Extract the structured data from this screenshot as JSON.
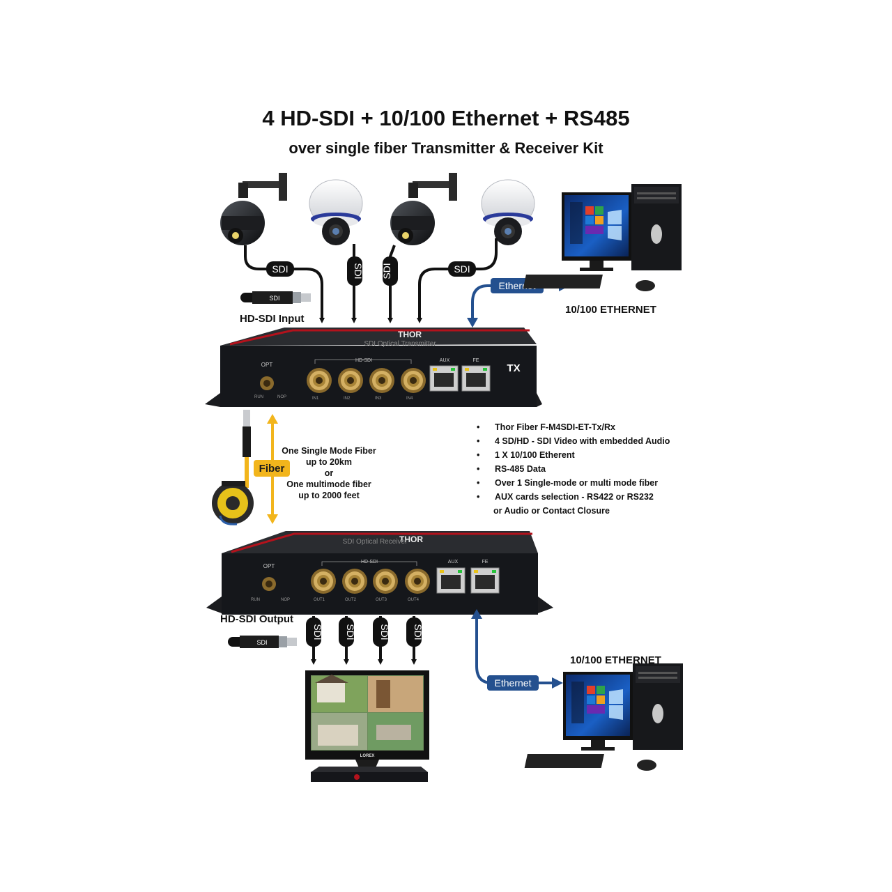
{
  "title": "4 HD-SDI + 10/100 Ethernet + RS485",
  "subtitle": "over single fiber Transmitter & Receiver Kit",
  "labels": {
    "hdsdi_input": "HD-SDI  Input",
    "hdsdi_output": "HD-SDI  Output",
    "ethernet_top": "10/100 ETHERNET",
    "ethernet_bottom": "10/100 ETHERNET",
    "sdi": "SDI",
    "ethernet": "Ethernet",
    "fiber": "Fiber"
  },
  "fiber_note": [
    "One Single Mode Fiber",
    "up to 20km",
    "or",
    "One multimode fiber",
    "up to 2000 feet"
  ],
  "transmitter": {
    "brand": "THOR",
    "name": "SDI Optical Transmitter",
    "tag": "TX",
    "opt": "OPT",
    "group": "HD-SDI",
    "aux": "AUX",
    "fe": "FE",
    "leds": [
      "RUN",
      "NOP"
    ],
    "ports": [
      "IN1",
      "IN2",
      "IN3",
      "IN4"
    ]
  },
  "receiver": {
    "brand": "THOR",
    "name": "SDI Optical Receiver",
    "opt": "OPT",
    "group": "HD-SDI",
    "aux": "AUX",
    "fe": "FE",
    "leds": [
      "RUN",
      "NOP"
    ],
    "ports": [
      "OUT1",
      "OUT2",
      "OUT3",
      "OUT4"
    ]
  },
  "features": [
    "Thor Fiber F-M4SDI-ET-Tx/Rx",
    "4 SD/HD - SDI Video with embedded  Audio",
    "1 X 10/100 Etherent",
    "RS-485 Data",
    "Over 1 Single-mode or multi mode fiber",
    "AUX cards selection - RS422 or RS232",
    "or Audio or Contact Closure"
  ],
  "monitor_brand": "LOREX",
  "colors": {
    "ethernet_blue": "#24508f",
    "fiber_yellow": "#f2b51c",
    "device": "#15171b",
    "red_stripe": "#b3121c"
  }
}
